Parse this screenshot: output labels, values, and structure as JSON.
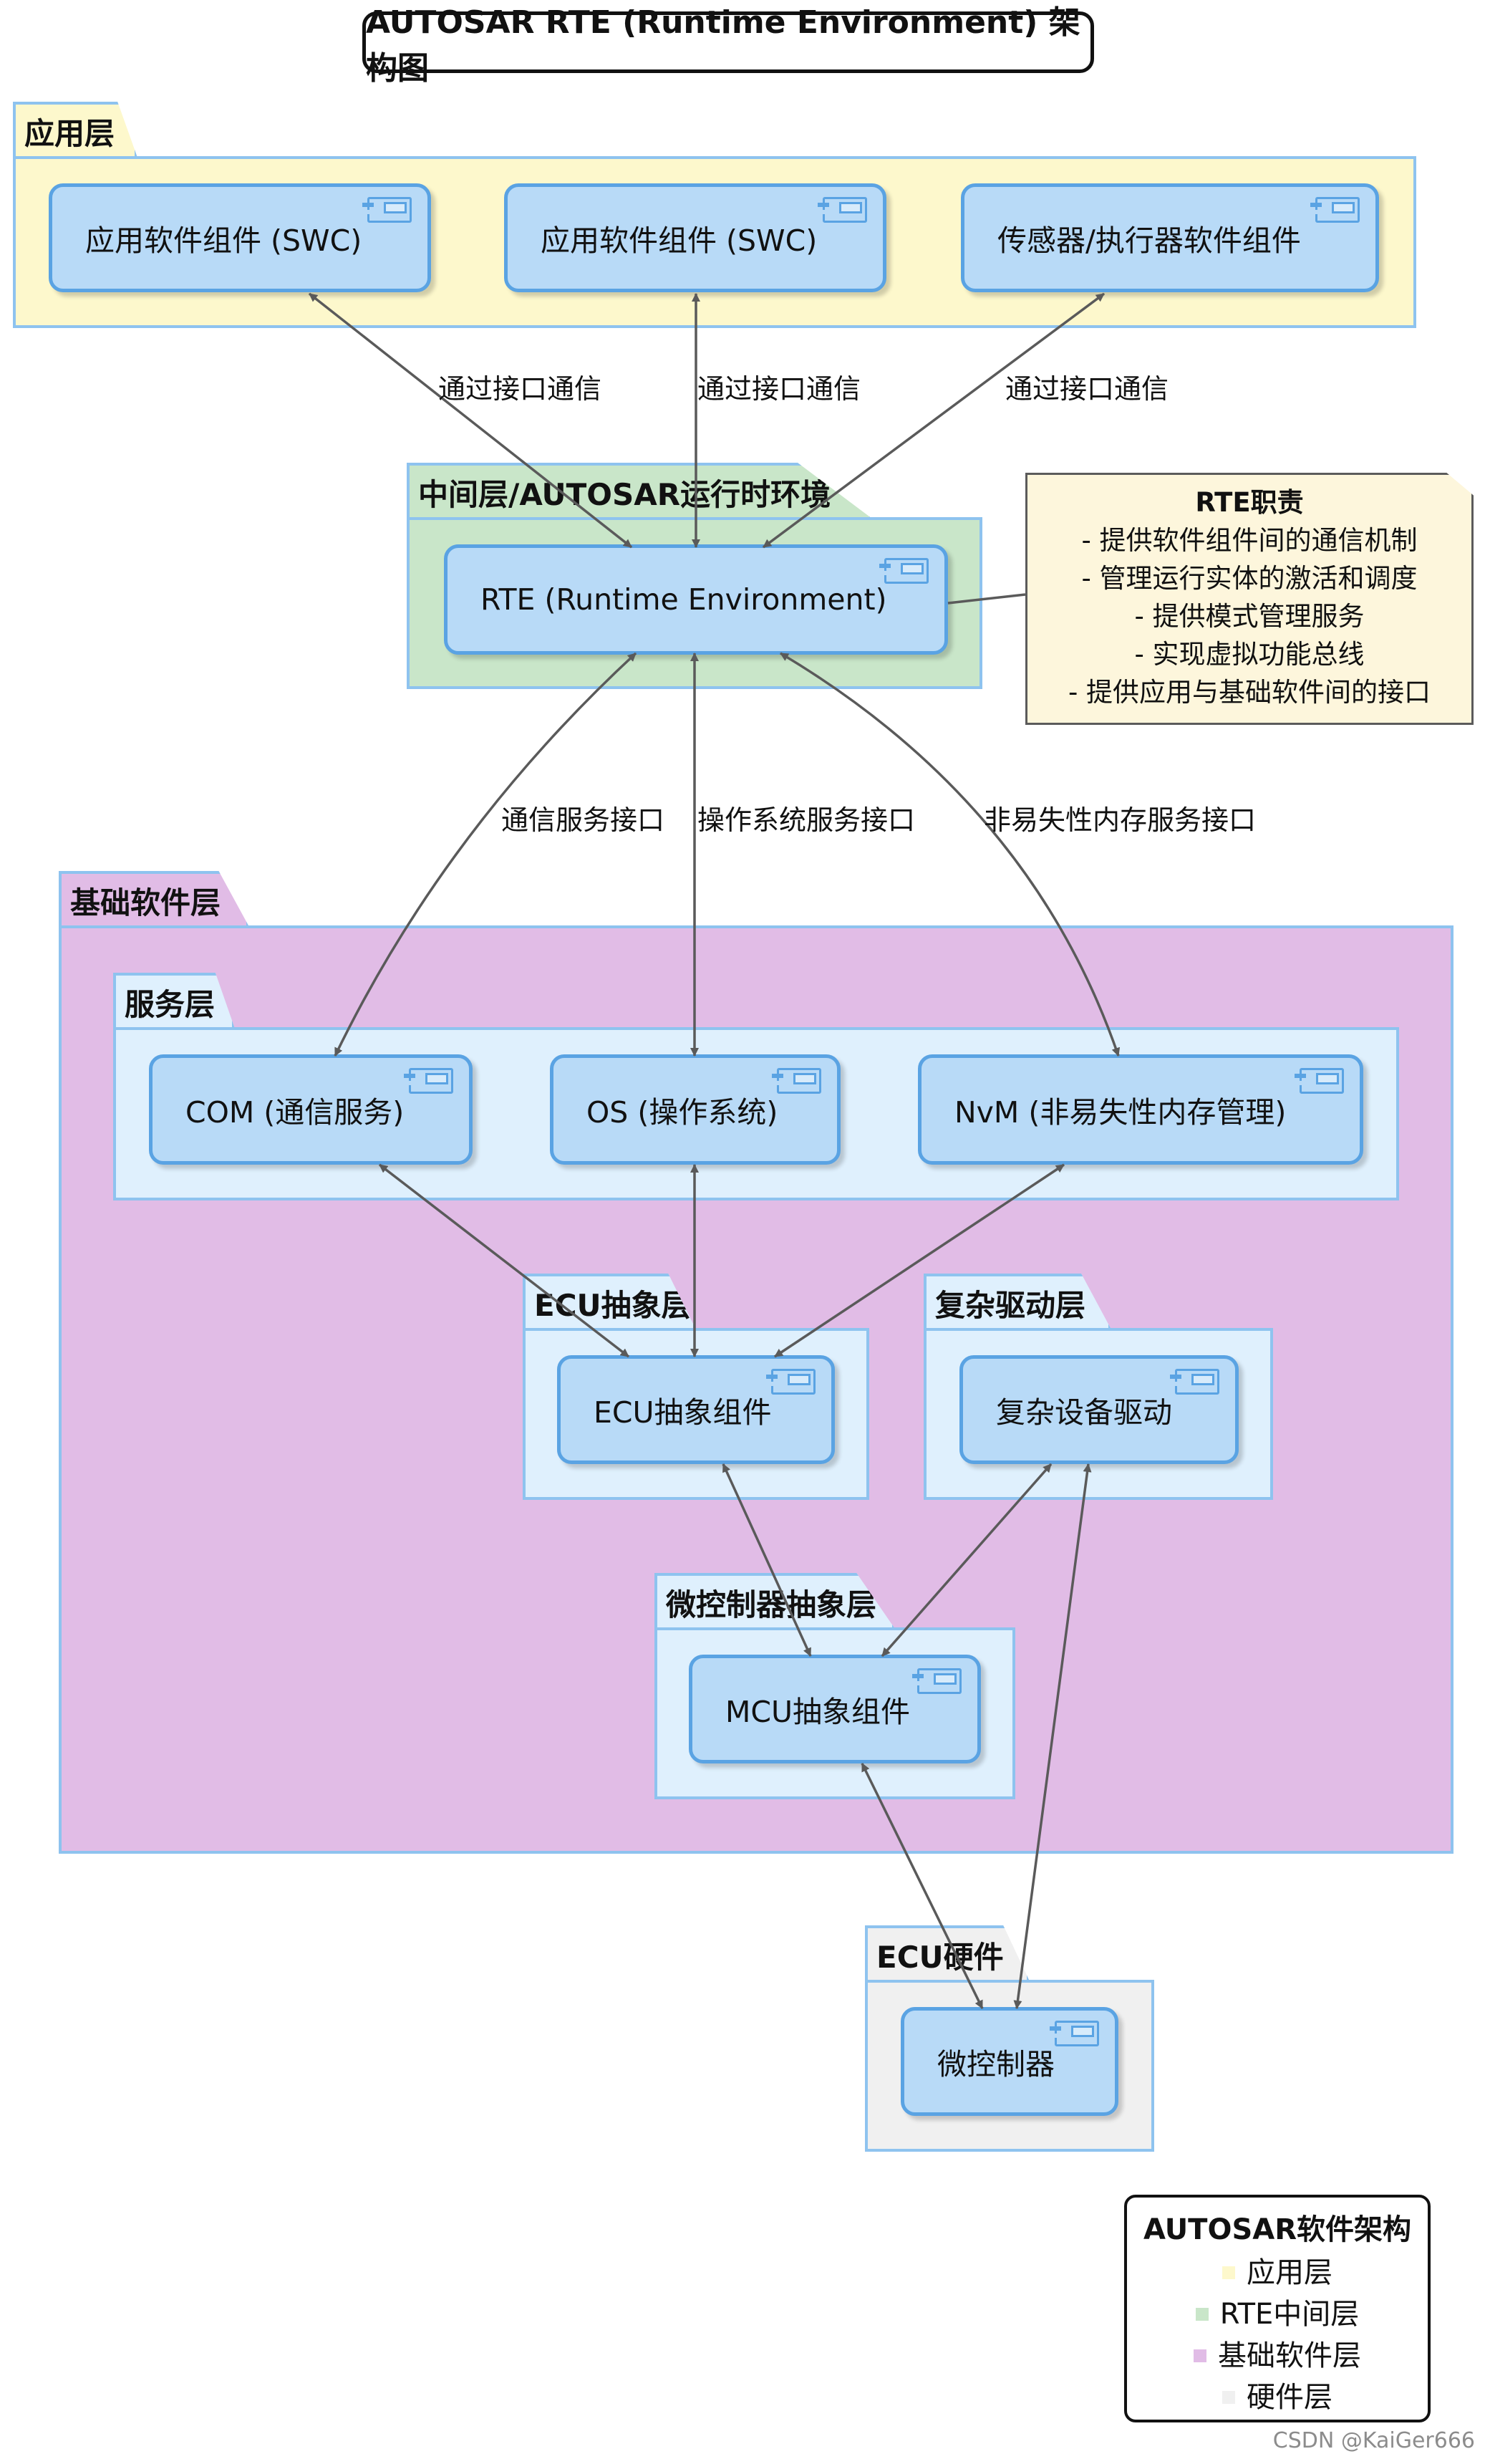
{
  "title": "AUTOSAR RTE (Runtime Environment) 架构图",
  "colors": {
    "app_layer": "#fdf8cc",
    "rte_layer": "#c9e6c9",
    "bsw_layer": "#e1bce6",
    "hw_layer": "#f0f0f0",
    "sub_layer": "#dff0fd",
    "component": "#b8daf7",
    "border_blue": "#8ec3ef"
  },
  "packages": {
    "app": "应用层",
    "rte": "中间层/AUTOSAR运行时环境",
    "bsw": "基础软件层",
    "services": "服务层",
    "ecu_abs": "ECU抽象层",
    "cdd": "复杂驱动层",
    "mcal": "微控制器抽象层",
    "hw": "ECU硬件"
  },
  "components": {
    "swc1": "应用软件组件 (SWC)",
    "swc2": "应用软件组件 (SWC)",
    "sensor": "传感器/执行器软件组件",
    "rte": "RTE (Runtime Environment)",
    "com": "COM (通信服务)",
    "os": "OS (操作系统)",
    "nvm": "NvM (非易失性内存管理)",
    "ecu_abs": "ECU抽象组件",
    "cdd": "复杂设备驱动",
    "mcu_abs": "MCU抽象组件",
    "mcu": "微控制器"
  },
  "edge_labels": {
    "swc1_rte": "通过接口通信",
    "swc2_rte": "通过接口通信",
    "sensor_rte": "通过接口通信",
    "rte_com": "通信服务接口",
    "rte_os": "操作系统服务接口",
    "rte_nvm": "非易失性内存服务接口"
  },
  "note": {
    "title": "RTE职责",
    "lines": [
      "- 提供软件组件间的通信机制",
      "- 管理运行实体的激活和调度",
      "- 提供模式管理服务",
      "- 实现虚拟功能总线",
      "- 提供应用与基础软件间的接口"
    ]
  },
  "legend": {
    "title": "AUTOSAR软件架构",
    "items": [
      {
        "label": "应用层",
        "color": "#fdf8cc"
      },
      {
        "label": "RTE中间层",
        "color": "#c9e6c9"
      },
      {
        "label": "基础软件层",
        "color": "#e1bce6"
      },
      {
        "label": "硬件层",
        "color": "#f0f0f0"
      }
    ]
  },
  "watermark": "CSDN @KaiGer666"
}
